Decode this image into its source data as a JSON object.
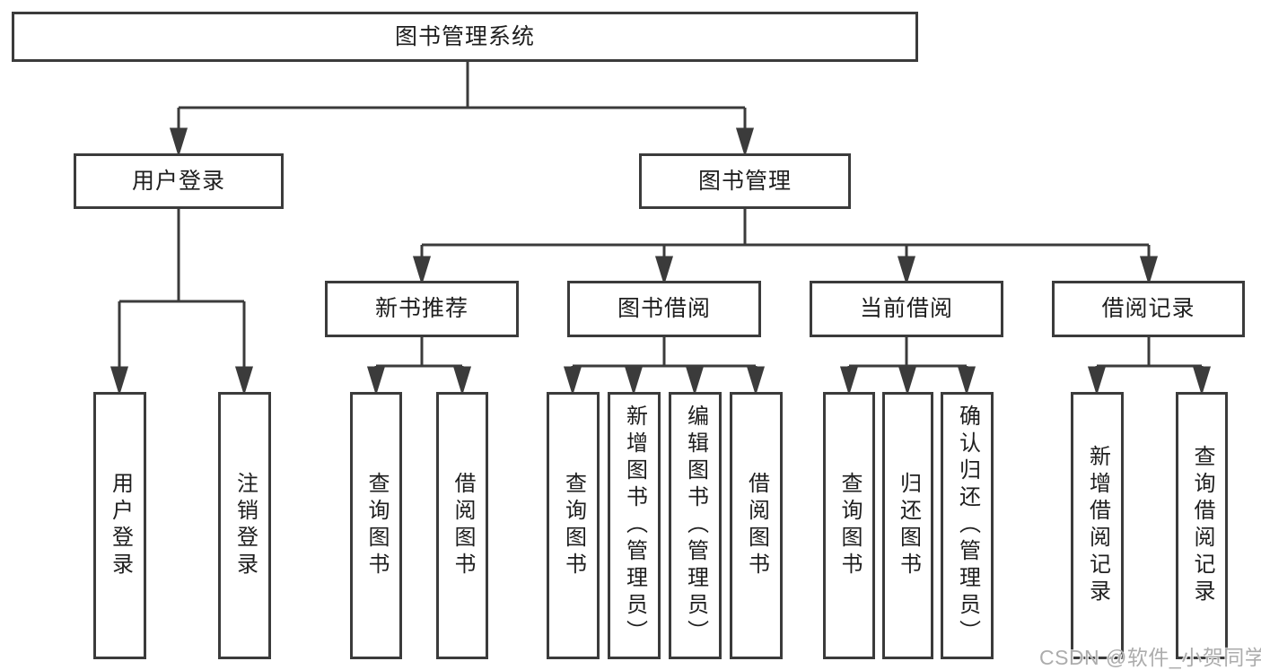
{
  "tree": {
    "root": {
      "label": "图书管理系统",
      "children": [
        {
          "label": "用户登录",
          "children": [
            {
              "label": "用户登录"
            },
            {
              "label": "注销登录"
            }
          ]
        },
        {
          "label": "图书管理",
          "children": [
            {
              "label": "新书推荐",
              "children": [
                {
                  "label": "查询图书"
                },
                {
                  "label": "借阅图书"
                }
              ]
            },
            {
              "label": "图书借阅",
              "children": [
                {
                  "label": "查询图书"
                },
                {
                  "label": "新增图书（管理员）"
                },
                {
                  "label": "编辑图书（管理员）"
                },
                {
                  "label": "借阅图书"
                }
              ]
            },
            {
              "label": "当前借阅",
              "children": [
                {
                  "label": "查询图书"
                },
                {
                  "label": "归还图书"
                },
                {
                  "label": "确认归还（管理员）"
                }
              ]
            },
            {
              "label": "借阅记录",
              "children": [
                {
                  "label": "新增借阅记录"
                },
                {
                  "label": "查询借阅记录"
                }
              ]
            }
          ]
        }
      ]
    }
  },
  "watermark": {
    "text": "CSDN @软件_小贺同学"
  },
  "colors": {
    "line": "#3b3b3b",
    "box_border": "#3b3b3b",
    "text": "#1e1e1e",
    "watermark": "#acacac",
    "background": "#ffffff"
  }
}
